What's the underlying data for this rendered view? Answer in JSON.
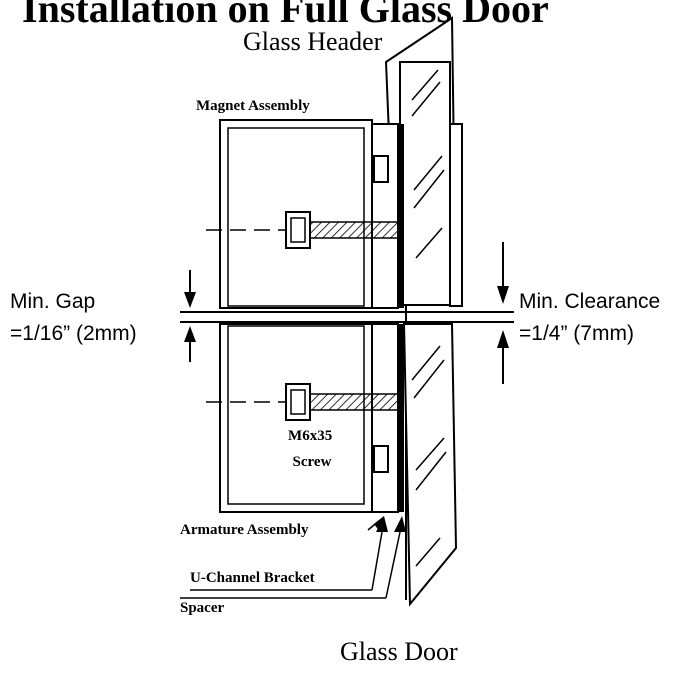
{
  "diagram": {
    "title": "Installation on Full Glass Door",
    "labels": {
      "glass_header": "Glass Header",
      "magnet_assembly": "Magnet Assembly",
      "screw_line1": "M6x35",
      "screw_line2": "Screw",
      "armature_assembly": "Armature Assembly",
      "u_channel_bracket": "U-Channel Bracket",
      "spacer": "Spacer",
      "glass_door": "Glass Door"
    },
    "dimensions": {
      "min_gap_line1": "Min. Gap",
      "min_gap_line2": "=1/16” (2mm)",
      "min_clearance_line1": "Min. Clearance",
      "min_clearance_line2": "=1/4” (7mm)"
    }
  }
}
